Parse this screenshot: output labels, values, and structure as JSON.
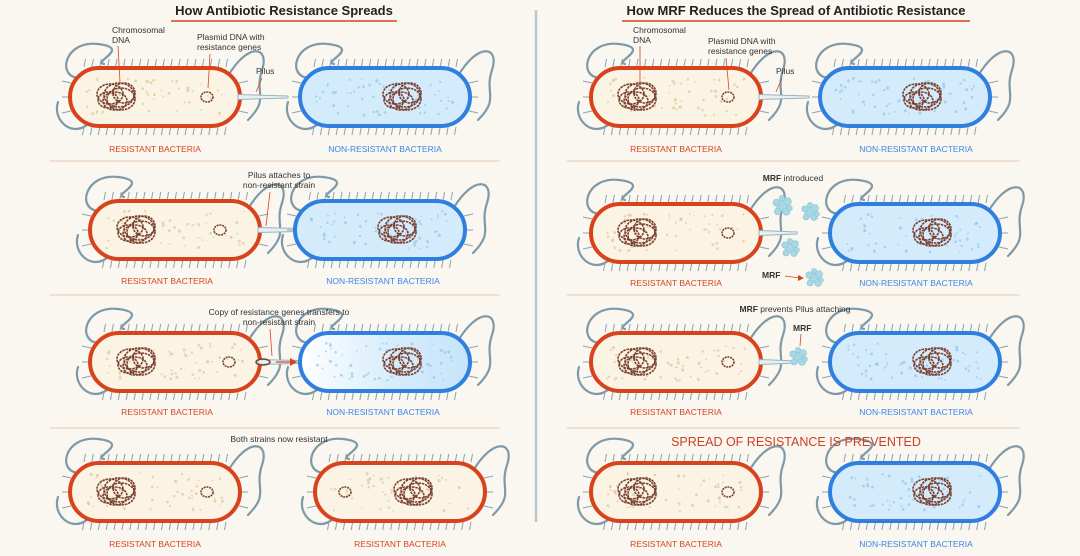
{
  "left_title": "How Antibiotic Resistance Spreads",
  "right_title": "How MRF Reduces the Spread of Antibiotic Resistance",
  "labels": {
    "chromosomal_dna": [
      "Chromosomal",
      "DNA"
    ],
    "plasmid_dna": [
      "Plasmid DNA with",
      "resistance genes"
    ],
    "pilus": "Pilus",
    "resistant": "RESISTANT BACTERIA",
    "non_resistant": "NON-RESISTANT BACTERIA",
    "pilus_attaches": [
      "Pilus attaches to",
      "non-resistant strain"
    ],
    "copy_transfers": [
      "Copy of resistance genes transfers to",
      "non-resistant strain"
    ],
    "both_resistant": "Both strains now resistant",
    "mrf": "MRF",
    "mrf_introduced_rest": " introduced",
    "mrf_prevents_rest": " prevents Pilus attaching",
    "spread_prevented": "SPREAD OF RESISTANCE IS PREVENTED"
  },
  "colors": {
    "resistant_outline": "#d8431e",
    "non_resistant_outline": "#2f7fe0",
    "resistant_caption": "#d8431e",
    "non_resistant_caption": "#3a86e6",
    "divider": "#e8c8b4",
    "flagella": "#7e9aa8",
    "dna": "#7a4030",
    "mrf": "#a8d8e4"
  }
}
